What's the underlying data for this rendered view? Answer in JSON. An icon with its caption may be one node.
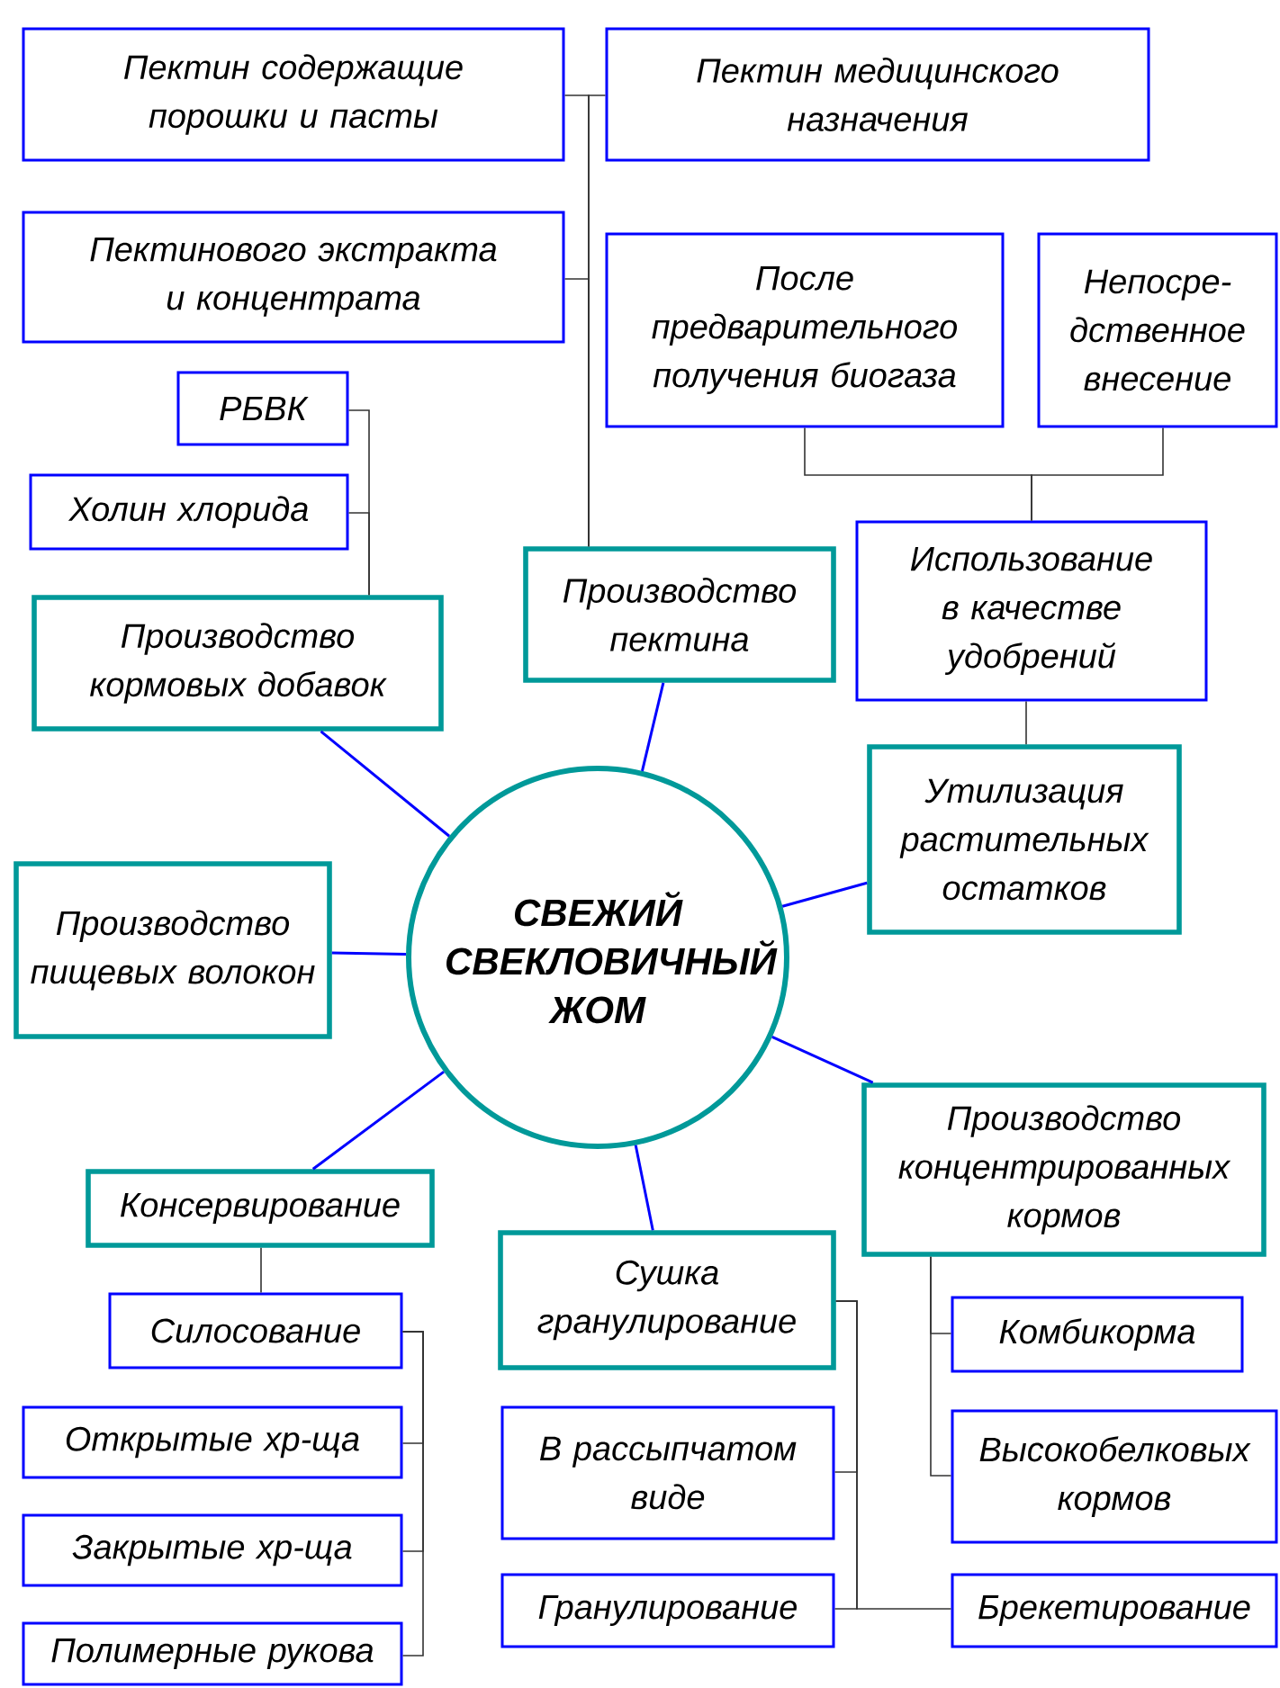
{
  "diagram": {
    "nodes": [
      {
        "text": [
          "СВЕЖИЙ СВЕКЛОВИЧНЫЙ ЖОМ"
        ]
      },
      {
        "text": [
          "Производство кормовых добавок"
        ]
      },
      {
        "text": [
          "Производство пектина"
        ]
      },
      {
        "text": [
          "Утилизация растительных остатков"
        ]
      },
      {
        "text": [
          "Производство пищевых волокон"
        ]
      },
      {
        "text": [
          "Производство концентрированных кормов"
        ]
      },
      {
        "text": [
          "Консервирование"
        ]
      },
      {
        "text": [
          "Сушка гранулирование"
        ]
      },
      {
        "text": [
          "Пектин содержащие порошки и пасты"
        ]
      },
      {
        "text": [
          "Пектин медицинского назначения"
        ]
      },
      {
        "text": [
          "Пектинового экстракта и концентрата"
        ]
      },
      {
        "text": [
          "После предварительного получения биогаза"
        ]
      },
      {
        "text": [
          "Непосре- дственное внесение"
        ]
      },
      {
        "text": [
          "Использование в качестве удобрений"
        ]
      },
      {
        "text": [
          "РБВК"
        ]
      },
      {
        "text": [
          "Холин хлорида"
        ]
      },
      {
        "text": [
          "Силосование"
        ]
      },
      {
        "text": [
          "Открытые хр-ща"
        ]
      },
      {
        "text": [
          "Закрытые хр-ща"
        ]
      },
      {
        "text": [
          "Полимерные рукова"
        ]
      },
      {
        "text": [
          "В рассыпчатом виде"
        ]
      },
      {
        "text": [
          "Гранулирование"
        ]
      },
      {
        "text": [
          "Комбикорма"
        ]
      },
      {
        "text": [
          "Высокобелковых кормов"
        ]
      },
      {
        "text": [
          "Брекетирование"
        ]
      }
    ],
    "edges": [
      {
        "from": 0,
        "to": 1,
        "arrow": "none",
        "color": "#0000ff"
      },
      {
        "from": 0,
        "to": 2,
        "arrow": "none",
        "color": "#0000ff"
      },
      {
        "from": 0,
        "to": 3,
        "arrow": "none",
        "color": "#0000ff"
      },
      {
        "from": 0,
        "to": 4,
        "arrow": "none",
        "color": "#0000ff"
      },
      {
        "from": 0,
        "to": 5,
        "arrow": "none",
        "color": "#0000ff"
      },
      {
        "from": 0,
        "to": 6,
        "arrow": "none",
        "color": "#0000ff"
      },
      {
        "from": 0,
        "to": 7,
        "arrow": "none",
        "color": "#0000ff"
      },
      {
        "from": 2,
        "to": 8,
        "arrow": "none"
      },
      {
        "from": 2,
        "to": 9,
        "arrow": "none"
      },
      {
        "from": 2,
        "to": 10,
        "arrow": "none"
      },
      {
        "from": 1,
        "to": 14,
        "arrow": "none"
      },
      {
        "from": 1,
        "to": 15,
        "arrow": "none"
      },
      {
        "from": 13,
        "to": 11,
        "arrow": "none"
      },
      {
        "from": 13,
        "to": 12,
        "arrow": "none"
      },
      {
        "from": 3,
        "to": 13,
        "arrow": "none"
      },
      {
        "from": 6,
        "to": 16,
        "arrow": "none"
      },
      {
        "from": 16,
        "to": 17,
        "arrow": "none"
      },
      {
        "from": 16,
        "to": 18,
        "arrow": "none"
      },
      {
        "from": 16,
        "to": 19,
        "arrow": "none"
      },
      {
        "from": 7,
        "to": 20,
        "arrow": "none"
      },
      {
        "from": 7,
        "to": 21,
        "arrow": "none"
      },
      {
        "from": 7,
        "to": 24,
        "arrow": "none"
      },
      {
        "from": 5,
        "to": 22,
        "arrow": "none"
      },
      {
        "from": 5,
        "to": 23,
        "arrow": "none"
      }
    ]
  }
}
